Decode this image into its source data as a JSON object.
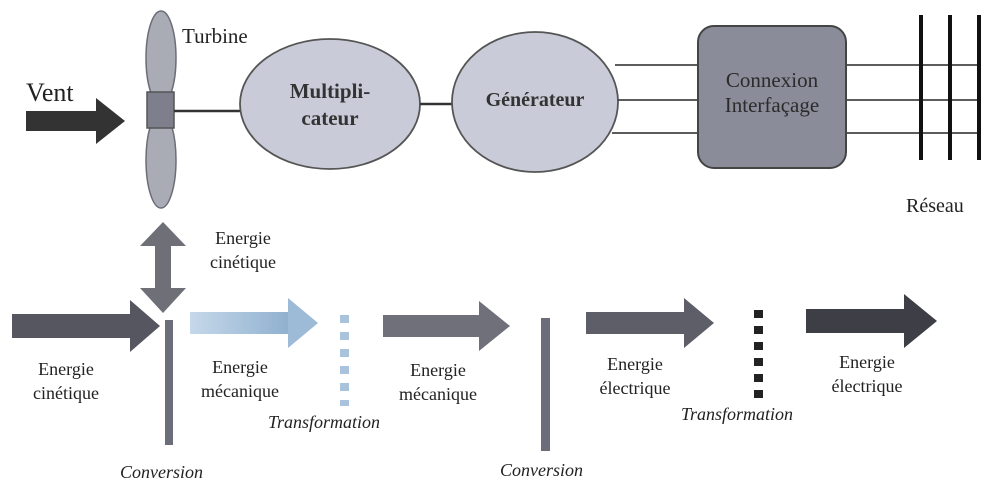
{
  "diagram": {
    "top": {
      "wind_label": "Vent",
      "turbine_label": "Turbine",
      "multiplier_line1": "Multipli-",
      "multiplier_line2": "cateur",
      "generator_label": "Générateur",
      "connection_line1": "Connexion",
      "connection_line2": "Interfaçage",
      "grid_label": "Réseau",
      "kinetic_line1": "Energie",
      "kinetic_line2": "cinétique"
    },
    "chain": {
      "kinetic_in_line1": "Energie",
      "kinetic_in_line2": "cinétique",
      "mech1_line1": "Energie",
      "mech1_line2": "mécanique",
      "mech2_line1": "Energie",
      "mech2_line2": "mécanique",
      "elec1_line1": "Energie",
      "elec1_line2": "électrique",
      "elec2_line1": "Energie",
      "elec2_line2": "électrique",
      "transformation1": "Transformation",
      "transformation2": "Transformation",
      "conversion1": "Conversion",
      "conversion2": "Conversion"
    },
    "colors": {
      "dark_arrow": "#4a4a4a",
      "mid_arrow": "#6f6f78",
      "light_arrow": "#a9c3dc",
      "shape_fill": "#c9ccd8",
      "box_fill": "#8a8d99",
      "line": "#333333"
    }
  }
}
